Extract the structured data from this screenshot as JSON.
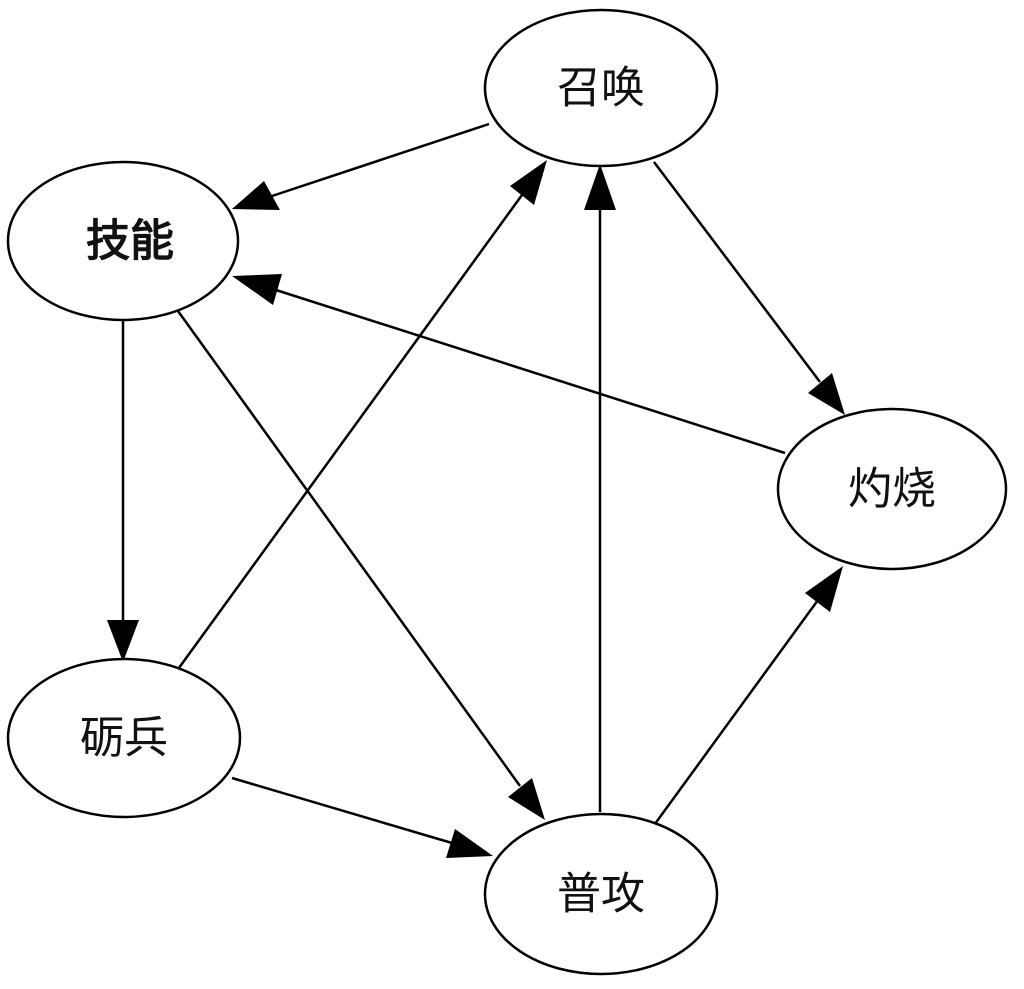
{
  "nodes": [
    {
      "id": "zhaohuan",
      "label": "召唤"
    },
    {
      "id": "jineng",
      "label": "技能"
    },
    {
      "id": "zhuoshao",
      "label": "灼烧"
    },
    {
      "id": "libing",
      "label": "砺兵"
    },
    {
      "id": "pugong",
      "label": "普攻"
    }
  ],
  "edges": [
    {
      "from": "zhaohuan",
      "to": "jineng"
    },
    {
      "from": "zhaohuan",
      "to": "zhuoshao"
    },
    {
      "from": "zhuoshao",
      "to": "jineng"
    },
    {
      "from": "jineng",
      "to": "libing"
    },
    {
      "from": "jineng",
      "to": "pugong"
    },
    {
      "from": "libing",
      "to": "zhaohuan"
    },
    {
      "from": "libing",
      "to": "pugong"
    },
    {
      "from": "pugong",
      "to": "zhaohuan"
    },
    {
      "from": "pugong",
      "to": "zhuoshao"
    }
  ]
}
